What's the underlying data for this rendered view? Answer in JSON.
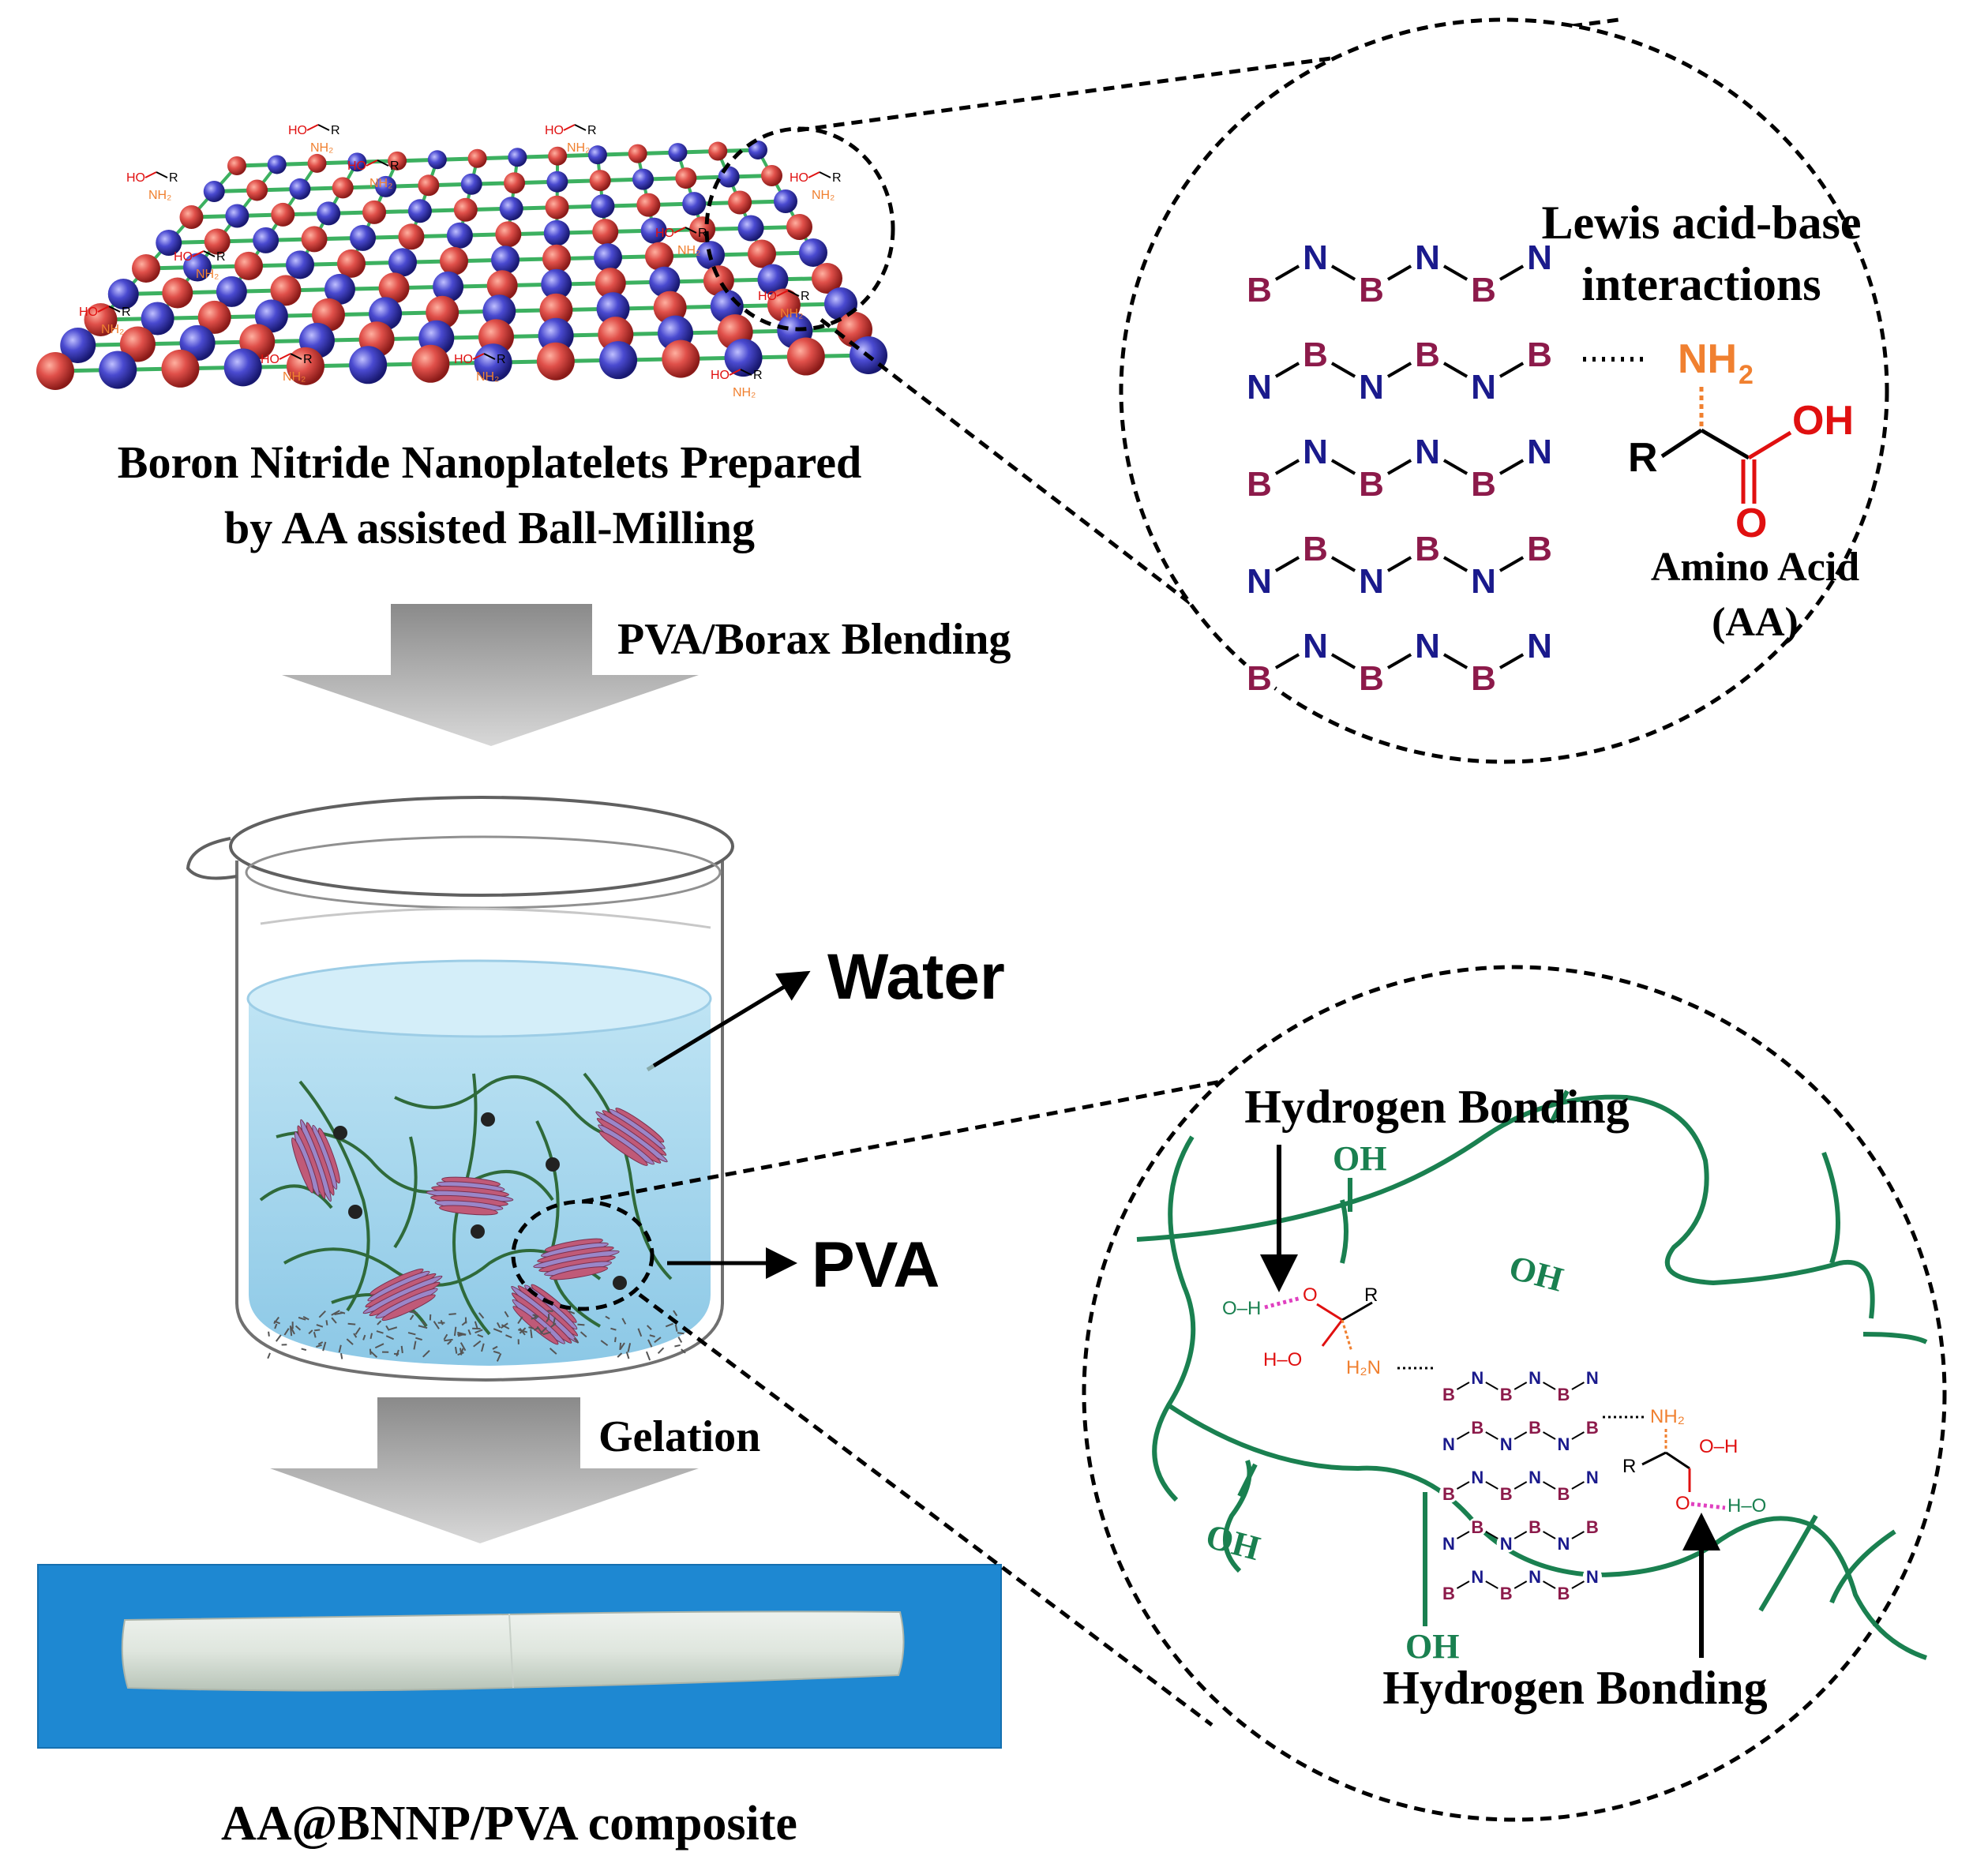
{
  "figure": {
    "top_caption_line1": "Boron Nitride Nanoplatelets Prepared",
    "top_caption_line2": "by AA assisted Ball-Milling",
    "step1_label": "PVA/Borax Blending",
    "step2_label": "Gelation",
    "water_label": "Water",
    "pva_label": "PVA",
    "bottom_caption": "AA@BNNP/PVA composite"
  },
  "zoom_top": {
    "title_line1": "Lewis acid-base",
    "title_line2": "interactions",
    "amino_acid_line1": "Amino Acid",
    "amino_acid_line2": "(AA)",
    "nh2": "NH",
    "nh2_sub": "2",
    "oh": "OH",
    "o": "O",
    "r": "R",
    "atom_b": "B",
    "atom_n": "N"
  },
  "zoom_bottom": {
    "hbond_top": "Hydrogen Bonding",
    "hbond_bottom": "Hydrogen Bonding",
    "oh": "OH"
  },
  "colors": {
    "boron": "#8c1a4a",
    "nitrogen": "#1a1a8c",
    "nh2": "#f08030",
    "acid": "#e01010",
    "pva": "#1a8050",
    "water": "#a8d8ee",
    "photo_bg": "#1e90d8",
    "hbond": "#e040c0"
  }
}
